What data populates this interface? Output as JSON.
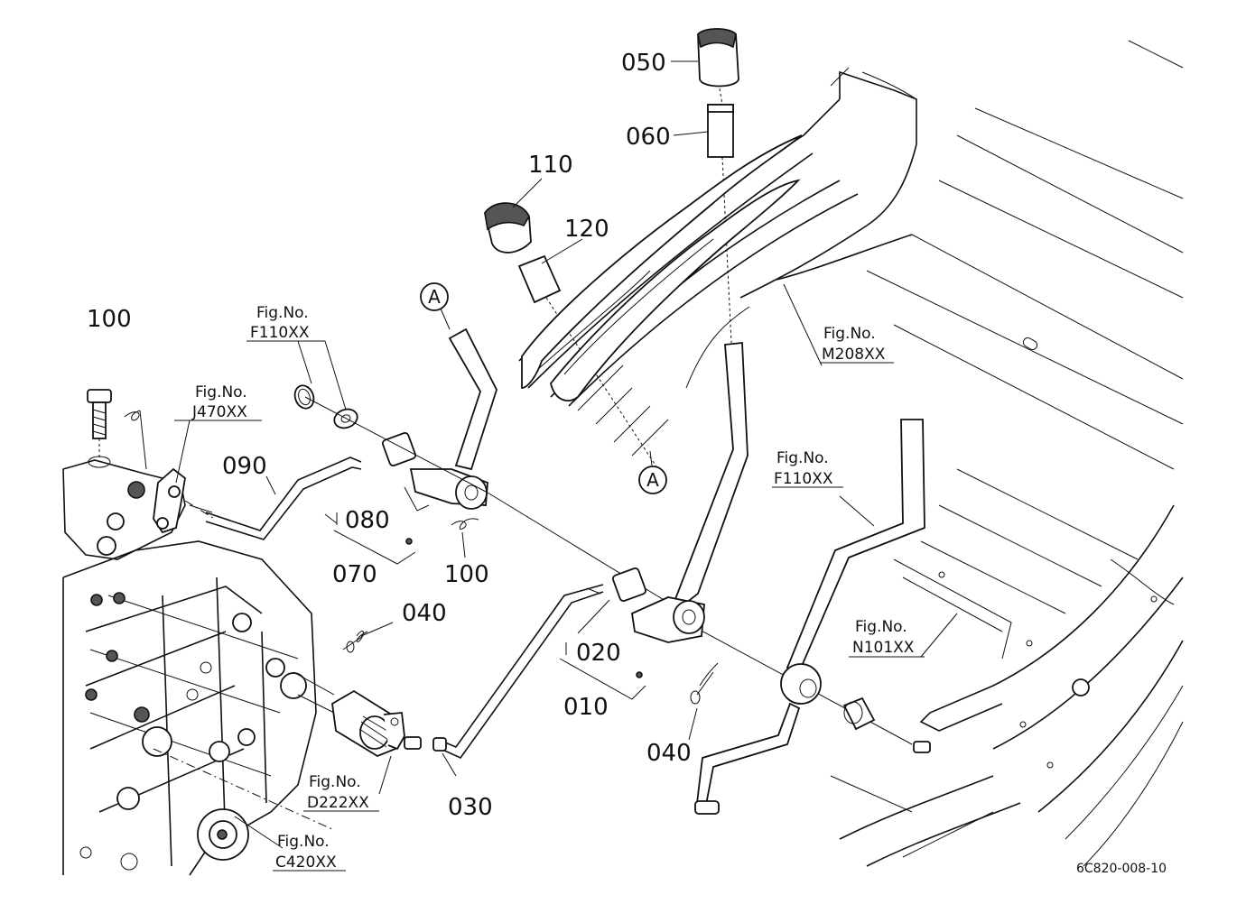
{
  "part_numbers": {
    "p050": "050",
    "p060": "060",
    "p110": "110",
    "p120": "120",
    "p100_left": "100",
    "p090": "090",
    "p080": "080",
    "p070": "070",
    "p100_mid": "100",
    "p040_upper": "040",
    "p020": "020",
    "p010": "010",
    "p040_lower": "040",
    "p030": "030"
  },
  "callout_a": {
    "upper": "A",
    "lower": "A"
  },
  "fig_refs": {
    "f110_left": {
      "caption": "Fig.No.",
      "code": "F110XX"
    },
    "j470": {
      "caption": "Fig.No.",
      "code": "J470XX"
    },
    "m208": {
      "caption": "Fig.No.",
      "code": "M208XX"
    },
    "f110_right": {
      "caption": "Fig.No.",
      "code": "F110XX"
    },
    "n101": {
      "caption": "Fig.No.",
      "code": "N101XX"
    },
    "d222": {
      "caption": "Fig.No.",
      "code": "D222XX"
    },
    "c420": {
      "caption": "Fig.No.",
      "code": "C420XX"
    }
  },
  "drawing_code": "6C820-008-10"
}
